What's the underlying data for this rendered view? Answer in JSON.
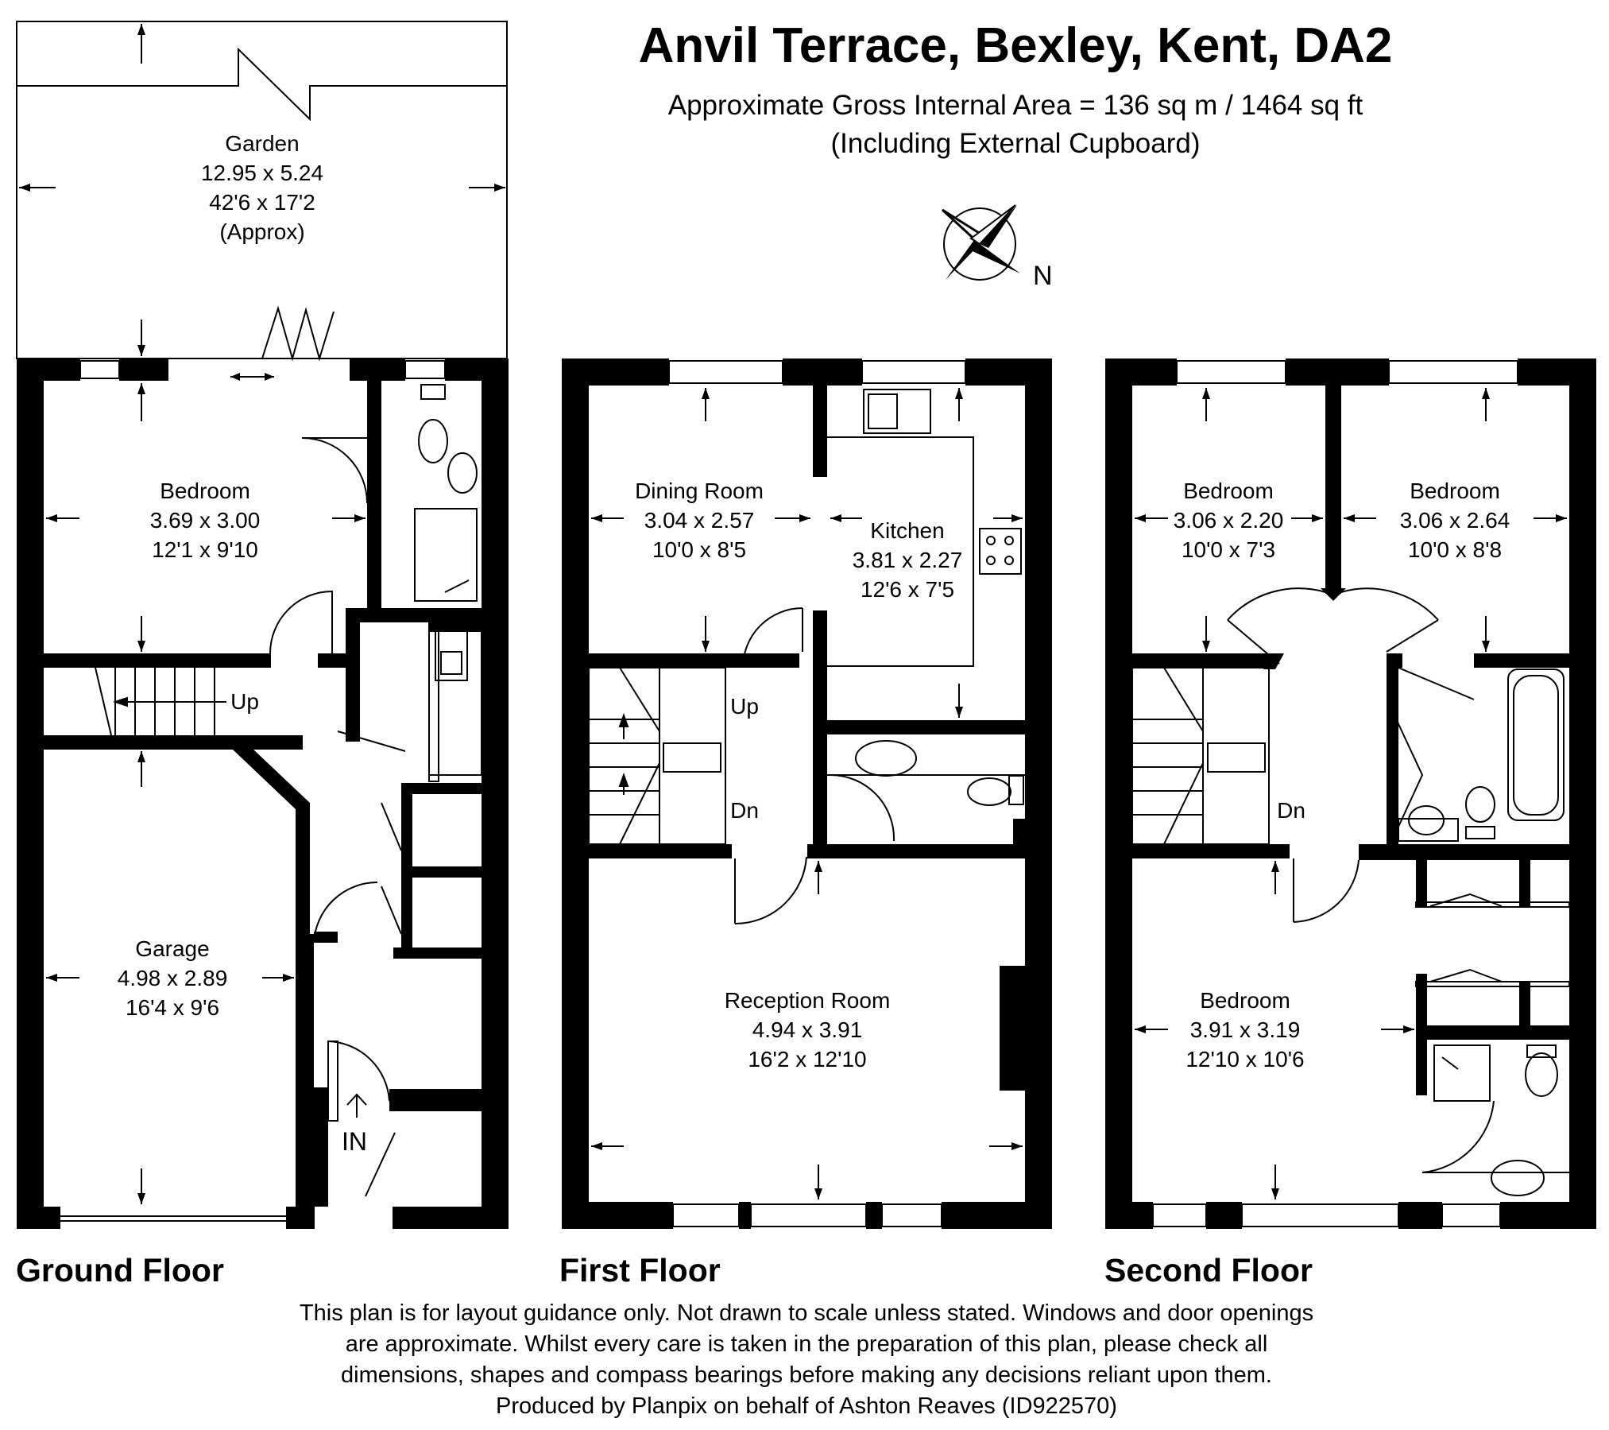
{
  "header": {
    "title": "Anvil Terrace, Bexley, Kent, DA2",
    "area": "Approximate Gross Internal Area = 136 sq m / 1464 sq ft",
    "area_note": "(Including External Cupboard)"
  },
  "compass": {
    "label": "N"
  },
  "ground_floor": {
    "label": "Ground Floor",
    "garden": {
      "name": "Garden",
      "metric": "12.95 x 5.24",
      "imperial": "42'6 x 17'2",
      "note": "(Approx)"
    },
    "bedroom": {
      "name": "Bedroom",
      "metric": "3.69 x 3.00",
      "imperial": "12'1 x 9'10"
    },
    "garage": {
      "name": "Garage",
      "metric": "4.98 x 2.89",
      "imperial": "16'4 x 9'6"
    },
    "stairs_up": "Up",
    "entrance": "IN"
  },
  "first_floor": {
    "label": "First Floor",
    "dining": {
      "name": "Dining Room",
      "metric": "3.04 x 2.57",
      "imperial": "10'0 x 8'5"
    },
    "kitchen": {
      "name": "Kitchen",
      "metric": "3.81 x 2.27",
      "imperial": "12'6 x 7'5"
    },
    "reception": {
      "name": "Reception Room",
      "metric": "4.94 x 3.91",
      "imperial": "16'2 x 12'10"
    },
    "stairs_up": "Up",
    "stairs_down": "Dn"
  },
  "second_floor": {
    "label": "Second Floor",
    "bedroom_left": {
      "name": "Bedroom",
      "metric": "3.06 x 2.20",
      "imperial": "10'0 x 7'3"
    },
    "bedroom_right": {
      "name": "Bedroom",
      "metric": "3.06 x 2.64",
      "imperial": "10'0 x 8'8"
    },
    "bedroom_main": {
      "name": "Bedroom",
      "metric": "3.91 x 3.19",
      "imperial": "12'10 x 10'6"
    },
    "stairs_down": "Dn"
  },
  "disclaimer": [
    "This plan is for layout guidance only. Not drawn to scale unless stated. Windows and door openings",
    "are approximate. Whilst every care is taken in the preparation of this plan, please check all",
    "dimensions, shapes and compass bearings before making any decisions reliant upon them.",
    "Produced by Planpix on behalf of Ashton Reaves (ID922570)"
  ]
}
